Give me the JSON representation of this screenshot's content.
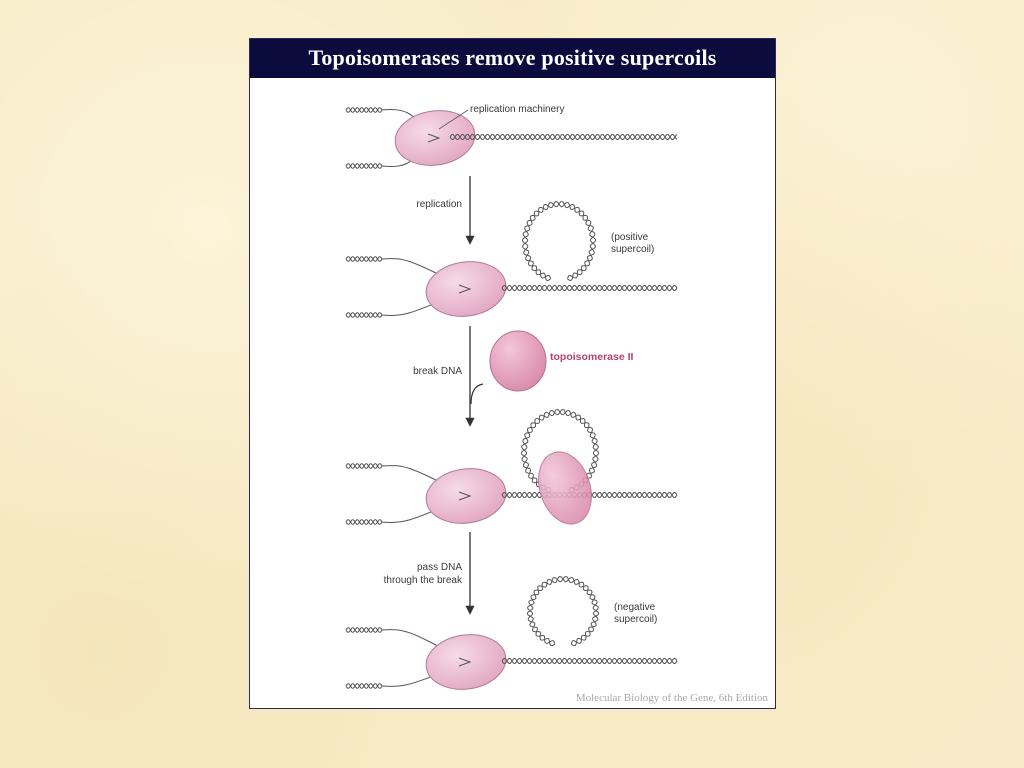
{
  "title": "Topoisomerases remove positive supercoils",
  "credit": "Molecular Biology of the Gene, 6th Edition",
  "labels": {
    "replication_machinery": "replication machinery",
    "replication": "replication",
    "positive_1": "(positive",
    "positive_2": "supercoil)",
    "break_dna": "break DNA",
    "topoisomerase": "topoisomerase II",
    "pass_1": "pass DNA",
    "pass_2": "through the break",
    "negative_1": "(negative",
    "negative_2": "supercoil)"
  },
  "colors": {
    "title_bg": "#0b0b3e",
    "protein_fill": "#e9b8d0",
    "protein_stroke": "#b07a96",
    "dna": "#555555",
    "topo_label": "#b0446e"
  }
}
